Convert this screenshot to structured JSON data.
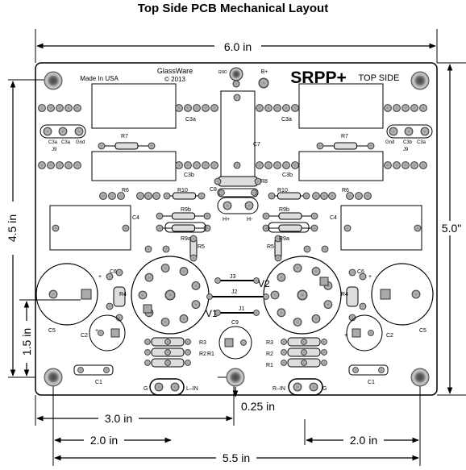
{
  "title": "Top Side PCB Mechanical Layout",
  "dimensions": {
    "width_top": "6.0 in",
    "height_right": "5.0\"",
    "height_left": "4.5 in",
    "hole_height_left": "1.5 in",
    "bottom_30": "3.0 in",
    "bottom_20_left": "2.0 in",
    "bottom_20_right": "2.0 in",
    "bottom_55": "5.5 in",
    "offset_025": "0.25 in"
  },
  "silkscreen": {
    "made_in": "Made In USA",
    "brand": "GlassWare",
    "copyright": "© 2013",
    "logo": "SRPP+",
    "side": "TOP SIDE",
    "gnd_top": "GND",
    "b_plus": "B+",
    "c3a": "C3a",
    "c3b": "C3b",
    "c7": "C7",
    "c8": "C8",
    "r7": "R7",
    "r8": "R8",
    "r6": "R6",
    "r10": "R10",
    "r9a": "R9a",
    "r9b": "R9b",
    "r5": "R5",
    "r4": "R4",
    "r3": "R3",
    "r2": "R2",
    "r1": "R1",
    "c4": "C4",
    "c5": "C5",
    "c6": "C6",
    "c2": "C2",
    "c1": "C1",
    "c9": "C9",
    "j9": "J9",
    "j1": "J1",
    "j2": "J2",
    "j3": "J3",
    "v1": "V1",
    "v2": "V2",
    "h_plus": "H+",
    "h_minus": "H-",
    "gnd": "Gnd",
    "c3a_small": "C3a",
    "c3b_small": "C3b",
    "l_in": "L–IN",
    "r_in": "R–IN",
    "g": "G",
    "plus": "+"
  },
  "colors": {
    "board": "#ffffff",
    "ink": "#000000",
    "pad": "#aaaaaa",
    "component": "#c8c8c8"
  }
}
